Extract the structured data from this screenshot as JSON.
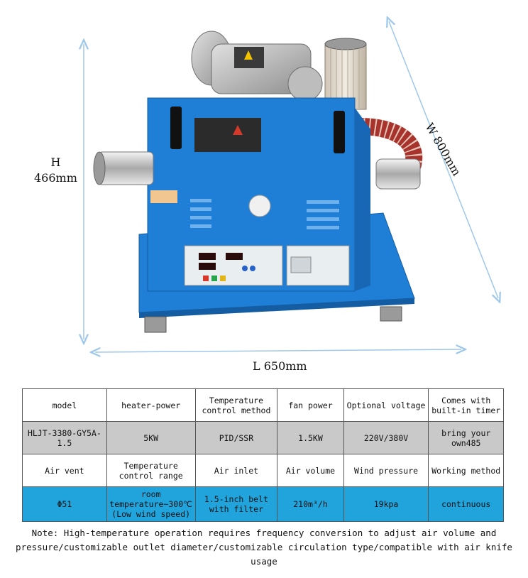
{
  "dimensions": {
    "height_letter": "H",
    "height_value": "466mm",
    "width_label": "W 800mm",
    "length_label": "L 650mm"
  },
  "table": {
    "rows": [
      [
        "model",
        "heater-power",
        "Temperature control method",
        "fan power",
        "Optional voltage",
        "Comes with built-in timer"
      ],
      [
        "HLJT-3380-GY5A-1.5",
        "5KW",
        "PID/SSR",
        "1.5KW",
        "220V/380V",
        "bring your own485"
      ],
      [
        "Air vent",
        "Temperature control range",
        "Air inlet",
        "Air volume",
        "Wind pressure",
        "Working method"
      ],
      [
        "Φ51",
        "room temperature~300℃ (Low wind speed)",
        "1.5-inch belt with filter",
        "210m³/h",
        "19kpa",
        "continuous"
      ]
    ]
  },
  "note": "Note: High-temperature operation requires frequency conversion to adjust air volume and pressure/customizable outlet diameter/customizable circulation type/compatible with air knife usage",
  "colors": {
    "machine_blue": "#1f7fd6",
    "table_blue_row": "#21a4dc",
    "table_gray_row": "#c9c9c9"
  }
}
